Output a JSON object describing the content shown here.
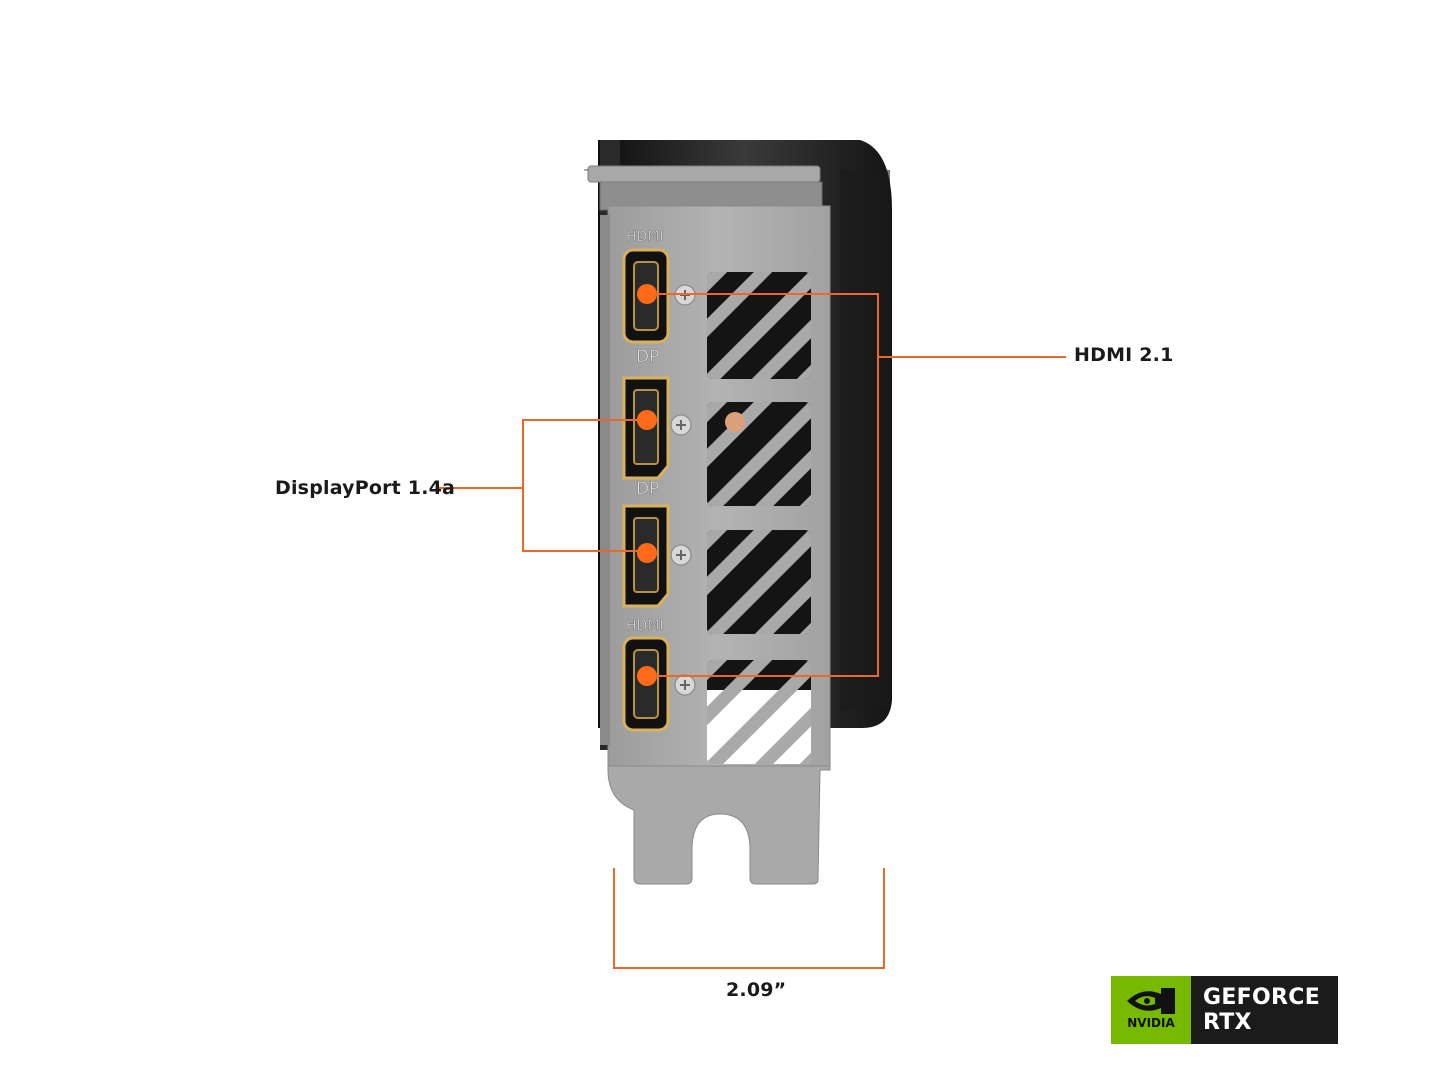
{
  "diagram": {
    "callouts": {
      "hdmi": "HDMI 2.1",
      "displayport": "DisplayPort 1.4a",
      "dimension": "2.09”"
    },
    "bracket_silkscreen": {
      "port1": "HDMI",
      "port2": "DP",
      "port3": "DP",
      "port4": "HDMI"
    },
    "badge": {
      "brand": "NVIDIA",
      "line1": "GEFORCE",
      "line2": "RTX",
      "icon": "nvidia-eye-logo"
    },
    "colors": {
      "callout_line": "#e8692a",
      "port_marker": "#ff6a1a",
      "port_gold": "#d9b15a",
      "bracket": "#a9a9a9",
      "shroud": "#1e1e1e",
      "nvidia_green": "#76b900",
      "badge_dark": "#1b1b1b"
    }
  }
}
